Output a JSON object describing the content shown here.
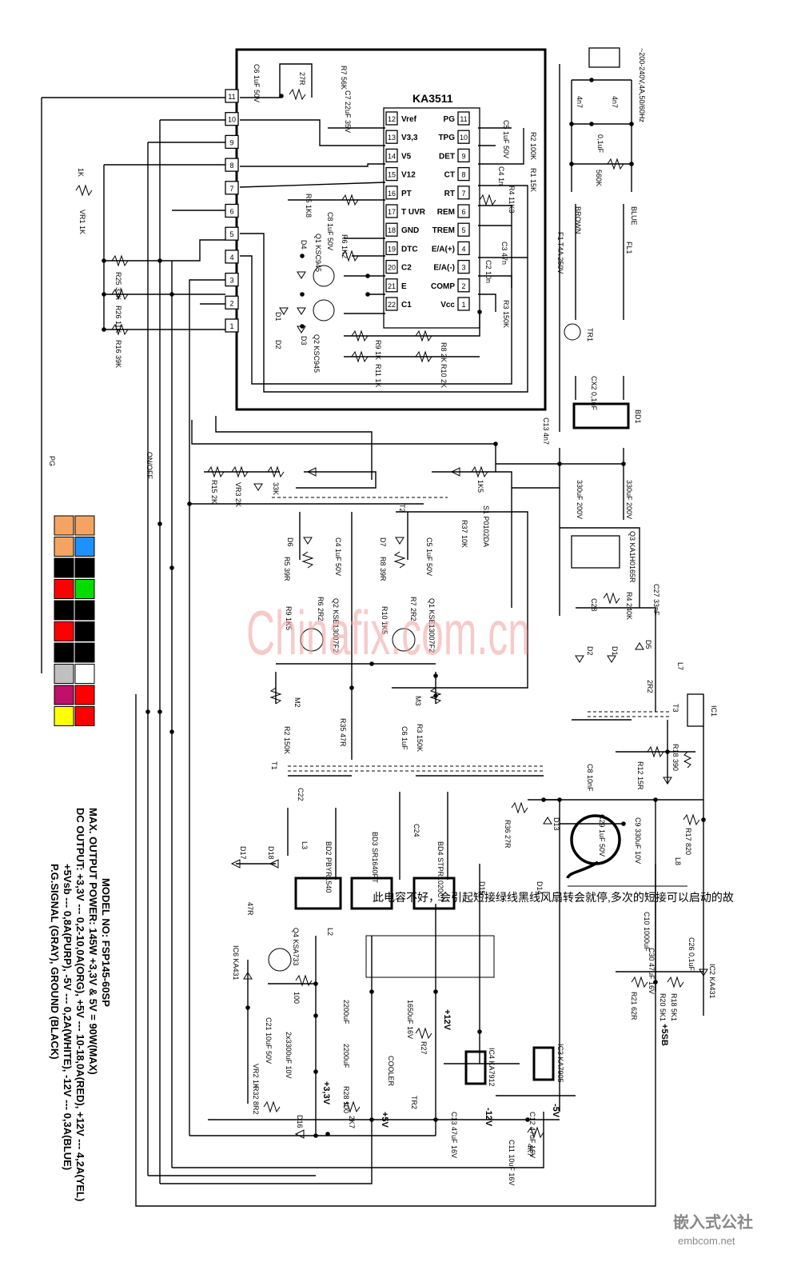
{
  "ic_main": {
    "name": "KA3511",
    "left_pins": [
      {
        "num": "12",
        "label": "Vref"
      },
      {
        "num": "13",
        "label": "V3,3"
      },
      {
        "num": "14",
        "label": "V5"
      },
      {
        "num": "15",
        "label": "V12"
      },
      {
        "num": "16",
        "label": "PT"
      },
      {
        "num": "17",
        "label": "T UVR"
      },
      {
        "num": "18",
        "label": "GND"
      },
      {
        "num": "19",
        "label": "DTC"
      },
      {
        "num": "20",
        "label": "C2"
      },
      {
        "num": "21",
        "label": "E"
      },
      {
        "num": "22",
        "label": "C1"
      }
    ],
    "right_pins": [
      {
        "num": "11",
        "label": "PG"
      },
      {
        "num": "10",
        "label": "TPG"
      },
      {
        "num": "9",
        "label": "DET"
      },
      {
        "num": "8",
        "label": "CT"
      },
      {
        "num": "7",
        "label": "RT"
      },
      {
        "num": "6",
        "label": "REM"
      },
      {
        "num": "5",
        "label": "TREM"
      },
      {
        "num": "4",
        "label": "E/A(+)"
      },
      {
        "num": "3",
        "label": "E/A(-)"
      },
      {
        "num": "2",
        "label": "COMP"
      },
      {
        "num": "1",
        "label": "Vcc"
      }
    ]
  },
  "connector_pins": [
    "11",
    "10",
    "9",
    "8",
    "7",
    "6",
    "5",
    "4",
    "3",
    "2",
    "1"
  ],
  "components": [
    {
      "id": "c6",
      "text": "C6 1uF 50V"
    },
    {
      "id": "r27",
      "text": "27R"
    },
    {
      "id": "r7",
      "text": "R7 56K"
    },
    {
      "id": "c7",
      "text": "C7 22uF 35V"
    },
    {
      "id": "r5",
      "text": "R5 1K8"
    },
    {
      "id": "c8",
      "text": "C8 1uF 50V"
    },
    {
      "id": "r6",
      "text": "R6 1K2"
    },
    {
      "id": "q1",
      "text": "Q1 KSC945"
    },
    {
      "id": "q2",
      "text": "Q2 KSC945"
    },
    {
      "id": "d4",
      "text": "D4"
    },
    {
      "id": "d3",
      "text": "D3"
    },
    {
      "id": "d1",
      "text": "D1"
    },
    {
      "id": "d2",
      "text": "D2"
    },
    {
      "id": "c5",
      "text": "C5 1uF 50V"
    },
    {
      "id": "r2",
      "text": "R2 100K"
    },
    {
      "id": "r1",
      "text": "R1 15K"
    },
    {
      "id": "c4",
      "text": "C4 1n"
    },
    {
      "id": "r4",
      "text": "R4 11K3"
    },
    {
      "id": "c3",
      "text": "C3 47n"
    },
    {
      "id": "c2",
      "text": "C2 10n"
    },
    {
      "id": "r3",
      "text": "R3 150K"
    },
    {
      "id": "r9",
      "text": "R9 1K"
    },
    {
      "id": "r8",
      "text": "R8 2K"
    },
    {
      "id": "r11",
      "text": "R11 1K"
    },
    {
      "id": "r10",
      "text": "R10 2K"
    },
    {
      "id": "vr1",
      "text": "VR1 1K"
    },
    {
      "id": "r1k",
      "text": "1K"
    },
    {
      "id": "r25",
      "text": "R25 33K"
    },
    {
      "id": "r26",
      "text": "R26 11K"
    },
    {
      "id": "r16",
      "text": "R16 39K"
    },
    {
      "id": "r15",
      "text": "R15 2K"
    },
    {
      "id": "vr3",
      "text": "VR3 2K"
    },
    {
      "id": "r33k",
      "text": "33K"
    },
    {
      "id": "r1k5",
      "text": "1K5"
    },
    {
      "id": "s1",
      "text": "S1 P0102DA"
    },
    {
      "id": "r37",
      "text": "R37 10K"
    },
    {
      "id": "t2",
      "text": "T2"
    },
    {
      "id": "d6",
      "text": "D6"
    },
    {
      "id": "c4b",
      "text": "C4 1uF 50V"
    },
    {
      "id": "r5b",
      "text": "R5 39R"
    },
    {
      "id": "r9b",
      "text": "R9 1K5"
    },
    {
      "id": "r6b",
      "text": "R6 2R2"
    },
    {
      "id": "q2b",
      "text": "Q2 KSE13007F2"
    },
    {
      "id": "d7",
      "text": "D7"
    },
    {
      "id": "c5b",
      "text": "C5 1uF 50V"
    },
    {
      "id": "r8b",
      "text": "R8 39R"
    },
    {
      "id": "r10b",
      "text": "R10 1K5"
    },
    {
      "id": "r7b",
      "text": "R7 2R2"
    },
    {
      "id": "q1b",
      "text": "Q1 KSE13007F2"
    },
    {
      "id": "m2",
      "text": "M2"
    },
    {
      "id": "r2b",
      "text": "R2 150K"
    },
    {
      "id": "r35",
      "text": "R35 47R"
    },
    {
      "id": "c6b",
      "text": "C6 1uF"
    },
    {
      "id": "m3",
      "text": "M3"
    },
    {
      "id": "r3b",
      "text": "R3 150K"
    },
    {
      "id": "t1",
      "text": "T1"
    },
    {
      "id": "c22",
      "text": "C22"
    },
    {
      "id": "l3",
      "text": "L3"
    },
    {
      "id": "bd2",
      "text": "BD2 PBYR1540"
    },
    {
      "id": "bd3",
      "text": "BD3 SR1640PT"
    },
    {
      "id": "c24",
      "text": "C24"
    },
    {
      "id": "bd4",
      "text": "BD4 STPR1020CT"
    },
    {
      "id": "r36",
      "text": "R36 27R"
    },
    {
      "id": "d17",
      "text": "D17"
    },
    {
      "id": "d18",
      "text": "D18"
    },
    {
      "id": "r47",
      "text": "47R"
    },
    {
      "id": "q4",
      "text": "Q4 KSA733"
    },
    {
      "id": "l2",
      "text": "L2"
    },
    {
      "id": "ic6",
      "text": "IC6 KA431"
    },
    {
      "id": "r100",
      "text": "100"
    },
    {
      "id": "c21",
      "text": "C21 10uF 50V"
    },
    {
      "id": "cx3300",
      "text": "2x3300uF 10V"
    },
    {
      "id": "vr2",
      "text": "VR2 1K"
    },
    {
      "id": "r32",
      "text": "R32 8R2"
    },
    {
      "id": "c2200a",
      "text": "2200uF"
    },
    {
      "id": "c2200b",
      "text": "2200uF"
    },
    {
      "id": "c1650",
      "text": "1650uF 16V"
    },
    {
      "id": "r27b",
      "text": "R27"
    },
    {
      "id": "r28",
      "text": "R28 100"
    },
    {
      "id": "r2k7",
      "text": "2K7"
    },
    {
      "id": "cooler",
      "text": "COOLER"
    },
    {
      "id": "tr2",
      "text": "TR2"
    },
    {
      "id": "d16",
      "text": "D16"
    },
    {
      "id": "ic4",
      "text": "IC4 KA7912"
    },
    {
      "id": "ic3",
      "text": "IC3 KA7905"
    },
    {
      "id": "c13",
      "text": "C13 47uF 16V"
    },
    {
      "id": "c12",
      "text": "C12 47uF 16V"
    },
    {
      "id": "c11",
      "text": "C11 10uF 16V"
    },
    {
      "id": "r4k7",
      "text": "4K7"
    },
    {
      "id": "d13",
      "text": "D13"
    },
    {
      "id": "d15",
      "text": "D15"
    },
    {
      "id": "d14",
      "text": "D14"
    },
    {
      "id": "c29",
      "text": "C29 1uF 50V"
    },
    {
      "id": "c9",
      "text": "C9 330uF 10V"
    },
    {
      "id": "r17",
      "text": "R17 820"
    },
    {
      "id": "l8",
      "text": "L8"
    },
    {
      "id": "c10",
      "text": "C10 1000uF"
    },
    {
      "id": "c30",
      "text": "C30 47uF 16V"
    },
    {
      "id": "c26",
      "text": "C26 0,1uF"
    },
    {
      "id": "ic2",
      "text": "IC2 KA431"
    },
    {
      "id": "r21",
      "text": "R21 62R"
    },
    {
      "id": "r18",
      "text": "R18 5K1"
    },
    {
      "id": "r20",
      "text": "R20 5K1"
    },
    {
      "id": "t3",
      "text": "T3"
    },
    {
      "id": "ic1",
      "text": "IC1"
    },
    {
      "id": "r18b",
      "text": "R18 390"
    },
    {
      "id": "r12",
      "text": "R12 15R"
    },
    {
      "id": "c8b",
      "text": "C8 10nF"
    },
    {
      "id": "d5",
      "text": "D5"
    },
    {
      "id": "r2r2",
      "text": "2R2"
    },
    {
      "id": "d1b",
      "text": "D1"
    },
    {
      "id": "d2b",
      "text": "D2"
    },
    {
      "id": "l7",
      "text": "L7"
    },
    {
      "id": "q3",
      "text": "Q3 KA1H0165R"
    },
    {
      "id": "c27",
      "text": "C27 33nF"
    },
    {
      "id": "r4b",
      "text": "R4 240K"
    },
    {
      "id": "c28",
      "text": "C28"
    },
    {
      "id": "c330a",
      "text": "330uF 200V"
    },
    {
      "id": "c330b",
      "text": "330uF 200V"
    },
    {
      "id": "c13b",
      "text": "C13 4n7"
    },
    {
      "id": "bd1",
      "text": "BD1"
    },
    {
      "id": "cx2",
      "text": "CX2 0,1uF"
    },
    {
      "id": "tr1",
      "text": "TR1"
    },
    {
      "id": "f1",
      "text": "F1 T4A 250V"
    },
    {
      "id": "fl1",
      "text": "FL1"
    },
    {
      "id": "brown",
      "text": "BROWN"
    },
    {
      "id": "blue",
      "text": "BLUE"
    },
    {
      "id": "c4n7a",
      "text": "4n7"
    },
    {
      "id": "c4n7b",
      "text": "4n7"
    },
    {
      "id": "c01",
      "text": "0,1uF"
    },
    {
      "id": "r560",
      "text": "560K"
    },
    {
      "id": "mains",
      "text": "~200-240V,4A,50/60Hz"
    }
  ],
  "signals": {
    "pg": "PG",
    "on_off": "ON/OFF",
    "plus12": "+12V",
    "minus12": "-12V",
    "minus5": "-5V",
    "plus5": "+5V",
    "plus3_3": "+3,3V",
    "plus5sb": "+5SB"
  },
  "connector_colors": [
    [
      "#f4a460",
      "#f4a460"
    ],
    [
      "#f4a460",
      "#1e90ff"
    ],
    [
      "#000000",
      "#000000"
    ],
    [
      "#ff0000",
      "#00dd00"
    ],
    [
      "#000000",
      "#000000"
    ],
    [
      "#ff0000",
      "#000000"
    ],
    [
      "#000000",
      "#000000"
    ],
    [
      "#c0c0c0",
      "#ffffff"
    ],
    [
      "#c0106a",
      "#ff0000"
    ],
    [
      "#ffff00",
      "#ff0000"
    ]
  ],
  "note": "此电容不好，会引起短接绿线黑线风扇转会就停,多次的短接可以启动的故",
  "model_info": [
    "MODEL NO: FSP145-60SP",
    "MAX. OUTPUT POWER: 145W  +3,3V & 5V = 90W(MAX)",
    "DC OUTPUT: +3,3V --- 0,2-10,0A(ORG), +5V --- 10-18,0A(RED), +12V --- 4,2A(YEL)",
    "+5Vsb --- 0,8A(PURP), -5V --- 0,2A(WHITE), -12V --- 0,3A(BLUE)",
    "P.G.SIGNAL (GRAY), GROUND (BLACK)"
  ],
  "watermark": "Chinafix.com.cn",
  "logo": {
    "title": "嵌入式公社",
    "url": "embcom.net"
  }
}
